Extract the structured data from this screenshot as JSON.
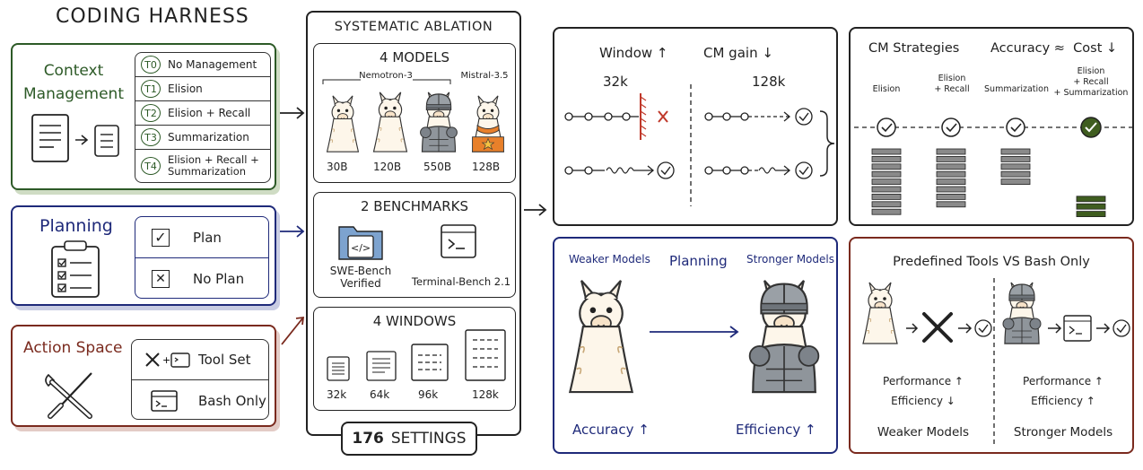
{
  "harness": {
    "title": "CODING HARNESS",
    "context": {
      "title_line1": "Context",
      "title_line2": "Management",
      "options": [
        {
          "id": "T0",
          "label": "No Management"
        },
        {
          "id": "T1",
          "label": "Elision"
        },
        {
          "id": "T2",
          "label": "Elision + Recall"
        },
        {
          "id": "T3",
          "label": "Summarization"
        },
        {
          "id": "T4",
          "label": "Elision + Recall + Summarization",
          "label_line1": "Elision + Recall +",
          "label_line2": "Summarization"
        }
      ]
    },
    "planning": {
      "title": "Planning",
      "options": [
        {
          "label": "Plan",
          "mark": "✓"
        },
        {
          "label": "No Plan",
          "mark": "✕"
        }
      ]
    },
    "action": {
      "title": "Action Space",
      "options": [
        {
          "label": "Tool Set"
        },
        {
          "label": "Bash Only"
        }
      ]
    }
  },
  "ablation": {
    "title": "SYSTEMATIC ABLATION",
    "models": {
      "title": "4 MODELS",
      "group_label": "Nemotron-3",
      "extra_label": "Mistral-3.5",
      "sizes": [
        "30B",
        "120B",
        "550B",
        "128B"
      ]
    },
    "benchmarks": {
      "title": "2 BENCHMARKS",
      "items": [
        {
          "label_line1": "SWE-Bench",
          "label_line2": "Verified"
        },
        {
          "label_line1": "Terminal-Bench 2.1",
          "label_line2": ""
        }
      ]
    },
    "windows": {
      "title": "4 WINDOWS",
      "sizes": [
        "32k",
        "64k",
        "96k",
        "128k"
      ]
    },
    "settings": {
      "count": "176",
      "label": "SETTINGS"
    }
  },
  "window_panel": {
    "title_left": "Window ↑",
    "title_right": "CM gain ↓",
    "left_size": "32k",
    "right_size": "128k"
  },
  "cm_panel": {
    "title": "CM Strategies",
    "subtitle": "Accuracy ≈  Cost ↓",
    "strategies": [
      {
        "line1": "Elision",
        "line2": "",
        "line3": "",
        "bars": 9
      },
      {
        "line1": "Elision",
        "line2": "+ Recall",
        "line3": "",
        "bars": 8
      },
      {
        "line1": "Summarization",
        "line2": "",
        "line3": "",
        "bars": 5
      },
      {
        "line1": "Elision",
        "line2": "+ Recall",
        "line3": "+ Summarization",
        "bars": 3
      }
    ]
  },
  "planning_panel": {
    "title": "Planning",
    "left_label": "Weaker Models",
    "right_label": "Stronger Models",
    "left_metric": "Accuracy ↑",
    "right_metric": "Efficiency ↑"
  },
  "tools_panel": {
    "title": "Predefined Tools VS Bash Only",
    "left": {
      "perf": "Performance ↑",
      "eff": "Efficiency ↓",
      "caption": "Weaker Models"
    },
    "right": {
      "perf": "Performance ↑",
      "eff": "Efficiency ↑",
      "caption": "Stronger Models"
    }
  },
  "colors": {
    "green": "#2d5a27",
    "blue": "#1f2a7a",
    "red": "#7a2a1e",
    "check_fill": "#3f5d1f",
    "orange": "#e8802a"
  }
}
